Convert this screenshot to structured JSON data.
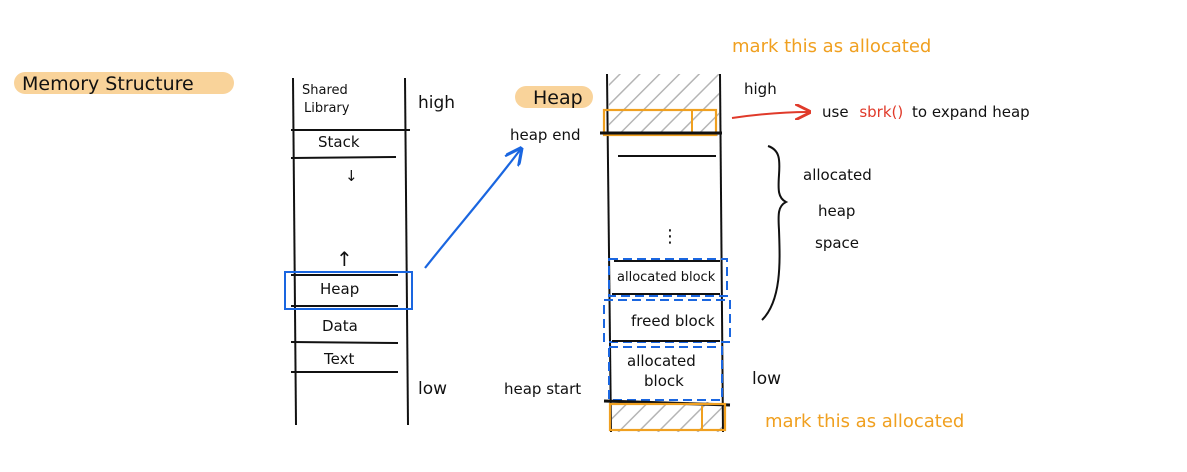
{
  "title": "Memory Structure",
  "memory": {
    "segments": [
      "Shared Library",
      "Stack",
      "Heap",
      "Data",
      "Text"
    ],
    "shared_line1": "Shared",
    "shared_line2": "Library",
    "stack": "Stack",
    "heap": "Heap",
    "data": "Data",
    "text": "Text",
    "high": "high",
    "low": "low"
  },
  "heap": {
    "title": "Heap",
    "heap_end": "heap end",
    "heap_start": "heap start",
    "high": "high",
    "low": "low",
    "ellipsis": "⋮",
    "allocated_block_top": "allocated block",
    "freed_block": "freed block",
    "allocated_block_bottom_line1": "allocated",
    "allocated_block_bottom_line2": "block",
    "allocated_space_line1": "allocated",
    "allocated_space_line2": "heap",
    "allocated_space_line3": "space"
  },
  "annotations": {
    "mark_top": "mark this as allocated",
    "mark_bottom": "mark this as allocated",
    "sbrk_prefix": "use",
    "sbrk_call": "sbrk()",
    "sbrk_suffix": "to expand heap"
  },
  "colors": {
    "orange": "#f0a020",
    "highlight": "#f9d39a",
    "blue": "#1a66e0",
    "red": "#e03a2a",
    "ink": "#111111",
    "hatch": "#b5b5b5"
  }
}
